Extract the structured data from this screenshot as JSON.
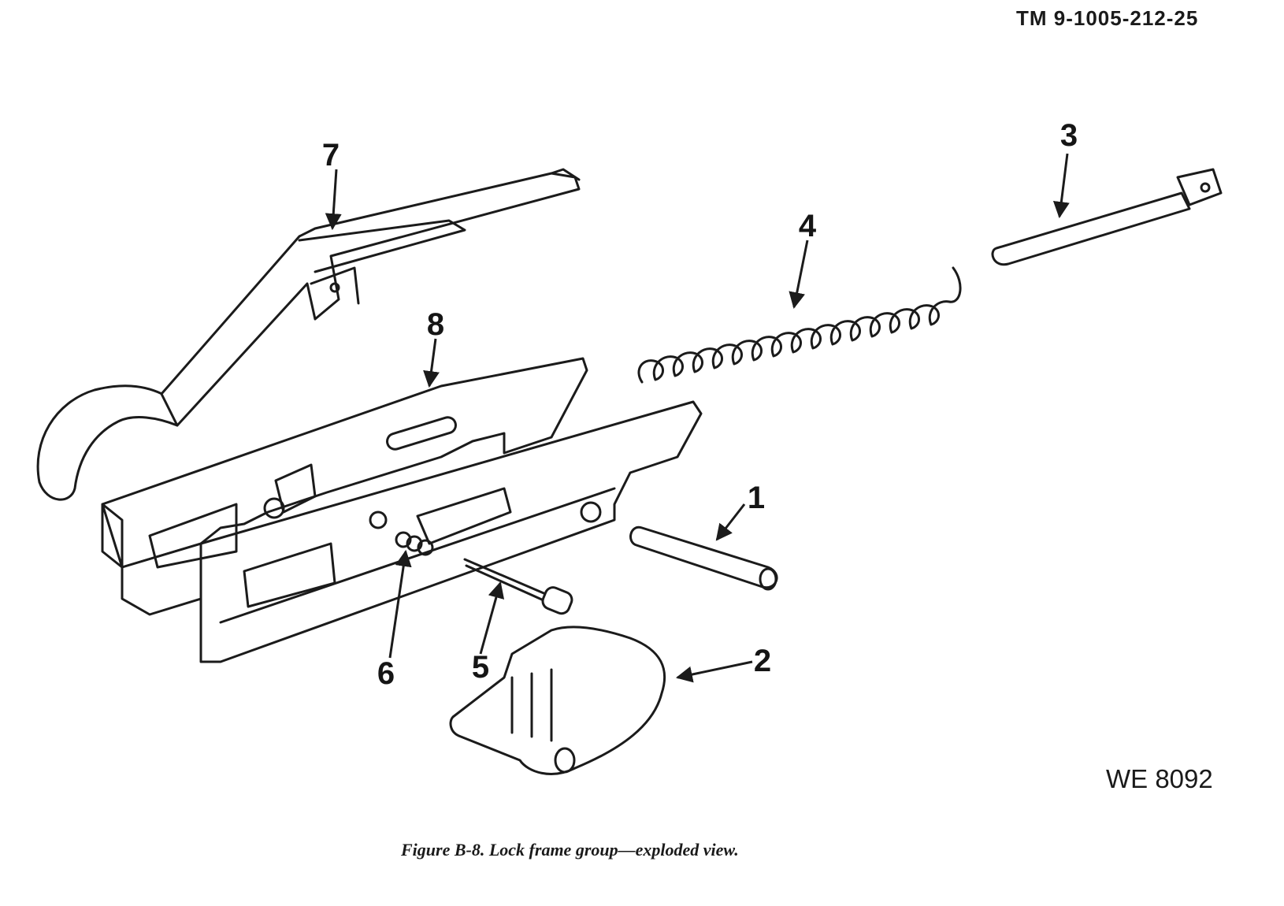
{
  "header": {
    "manual_code": "TM 9-1005-212-25"
  },
  "figure": {
    "id": "WE 8092",
    "caption": "Figure B-8. Lock frame group—exploded view."
  },
  "callouts": [
    {
      "key": "1",
      "label": "1"
    },
    {
      "key": "2",
      "label": "2"
    },
    {
      "key": "3",
      "label": "3"
    },
    {
      "key": "4",
      "label": "4"
    },
    {
      "key": "5",
      "label": "5"
    },
    {
      "key": "6",
      "label": "6"
    },
    {
      "key": "7",
      "label": "7"
    },
    {
      "key": "8",
      "label": "8"
    }
  ]
}
